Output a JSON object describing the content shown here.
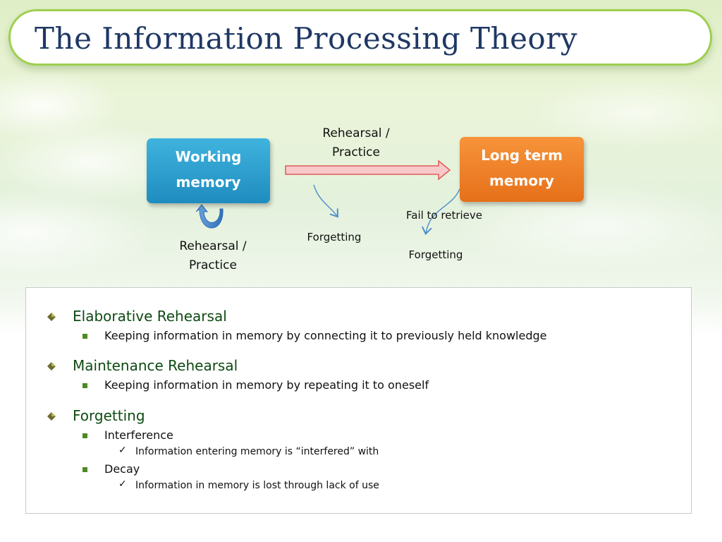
{
  "title": "The Information Processing Theory",
  "diagram": {
    "working_memory": {
      "line1": "Working",
      "line2": "memory"
    },
    "long_term_memory": {
      "line1": "Long term",
      "line2": "memory"
    },
    "rehearsal_top": {
      "line1": "Rehearsal /",
      "line2": "Practice"
    },
    "rehearsal_loop": {
      "line1": "Rehearsal /",
      "line2": "Practice"
    },
    "forgetting_left": "Forgetting",
    "fail_to_retrieve": "Fail to retrieve",
    "forgetting_right": "Forgetting",
    "colors": {
      "working_memory": "#2aa0d2",
      "long_term_memory": "#ef8226",
      "arrow_fill": "#f7c7c7",
      "arrow_stroke": "#e05a5a",
      "thin_arrow": "#4a8ec9"
    }
  },
  "bullets": [
    {
      "heading": "Elaborative Rehearsal",
      "subs": [
        {
          "text": "Keeping information in memory by connecting it to previously held knowledge"
        }
      ]
    },
    {
      "heading": "Maintenance Rehearsal",
      "subs": [
        {
          "text": "Keeping information in memory by repeating it to oneself"
        }
      ]
    },
    {
      "heading": "Forgetting",
      "subs": [
        {
          "text": "Interference",
          "detail": "Information entering memory is “interfered” with"
        },
        {
          "text": "Decay",
          "detail": "Information in memory is lost through lack of use"
        }
      ]
    }
  ],
  "bullet_icons": {
    "level1": "diamond-bullet-icon",
    "level2": "square-bullet-icon",
    "level3": "check-mark-icon"
  }
}
